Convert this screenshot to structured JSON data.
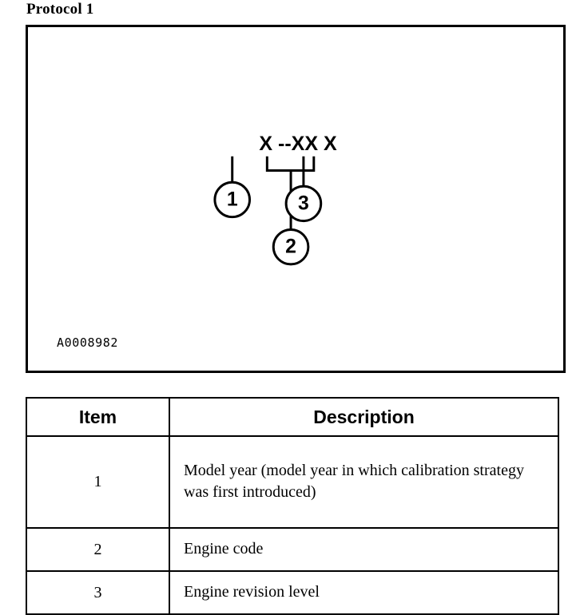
{
  "page": {
    "title": "Protocol 1"
  },
  "figure": {
    "code_string": "X --XX X",
    "artwork_number": "A0008982",
    "callouts": [
      {
        "number": "1",
        "kind": "straight-leader"
      },
      {
        "number": "2",
        "kind": "bracket-leader"
      },
      {
        "number": "3",
        "kind": "straight-leader"
      }
    ]
  },
  "legend": {
    "headers": {
      "item": "Item",
      "description": "Description"
    },
    "rows": [
      {
        "item": "1",
        "description": "Model year (model year in which calibration strategy was first introduced)"
      },
      {
        "item": "2",
        "description": "Engine code"
      },
      {
        "item": "3",
        "description": "Engine revision level"
      }
    ]
  },
  "colors": {
    "ink": "#000000",
    "paper": "#ffffff"
  }
}
